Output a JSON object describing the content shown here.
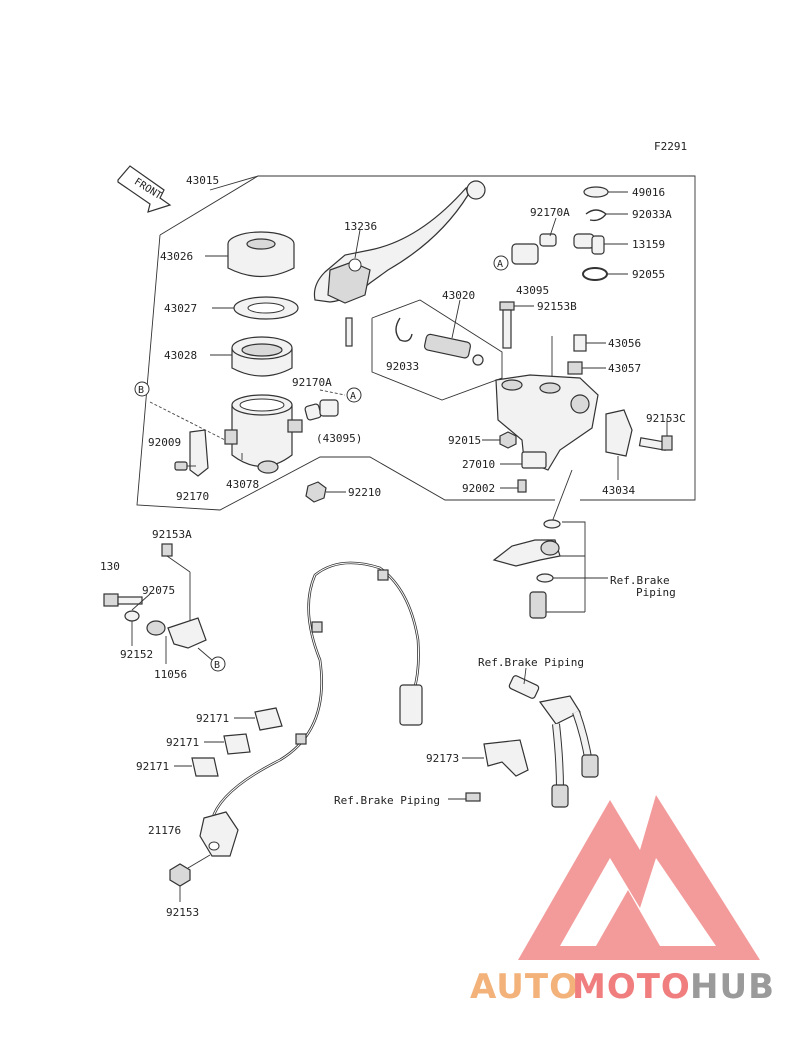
{
  "diagram": {
    "code": "F2291",
    "front_label": "FRONT",
    "parts": {
      "p43015": "43015",
      "p43026": "43026",
      "p43027": "43027",
      "p43028": "43028",
      "p92170A_left": "92170A",
      "p43095_left": "(43095)",
      "p92009": "92009",
      "p92170": "92170",
      "p43078": "43078",
      "p92210": "92210",
      "p13236": "13236",
      "p43020": "43020",
      "p92033": "92033",
      "p92170A_right": "92170A",
      "p43095_right": "43095",
      "p49016": "49016",
      "p92033A": "92033A",
      "p13159": "13159",
      "p92055": "92055",
      "p92153B": "92153B",
      "p43056": "43056",
      "p43057": "43057",
      "p92153C": "92153C",
      "p92015": "92015",
      "p27010": "27010",
      "p92002": "92002",
      "p43034": "43034",
      "p92153A": "92153A",
      "p130": "130",
      "p92075": "92075",
      "p92152": "92152",
      "p11056": "11056",
      "p92171_a": "92171",
      "p92171_b": "92171",
      "p92171_c": "92171",
      "p21176": "21176",
      "p92153": "92153",
      "p92173": "92173"
    },
    "refs": {
      "brake_piping_1_line1": "Ref.Brake",
      "brake_piping_1_line2": "Piping",
      "brake_piping_2": "Ref.Brake Piping",
      "brake_piping_3": "Ref.Brake Piping"
    },
    "markers": {
      "a_right": "A",
      "a_left": "A",
      "b_left": "B",
      "b_bracket": "B"
    }
  },
  "watermark": {
    "text_part1": "AUTO",
    "text_part2": "MOTO",
    "text_part3": "HUB",
    "color_part1": "#f2b27a",
    "color_part2": "#f07e7e",
    "color_part3": "#9a9a9a",
    "logo_color": "#f28a8a"
  }
}
